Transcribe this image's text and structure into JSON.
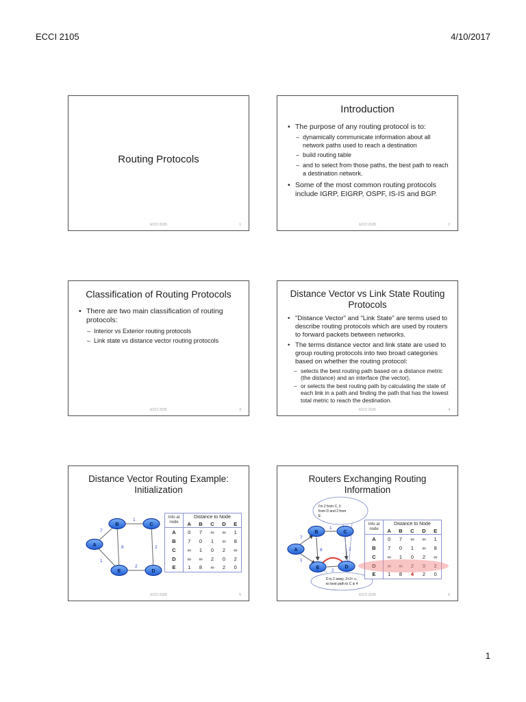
{
  "page": {
    "header_left": "ECCI 2105",
    "header_right": "4/10/2017",
    "page_number": "1"
  },
  "slides": {
    "s1": {
      "title": "Routing Protocols",
      "footer": "ECCI 2105",
      "num": "1"
    },
    "s2": {
      "title": "Introduction",
      "b1": "The purpose of any routing protocol is to:",
      "b1_sub": [
        "dynamically communicate information about all network paths used to reach a destination",
        "build routing table",
        "and to select from those paths, the best path to reach a destination network."
      ],
      "b2": "Some of the most common routing protocols include IGRP, EIGRP, OSPF, IS-IS and BGP.",
      "footer": "ECCI 2105",
      "num": "2"
    },
    "s3": {
      "title": "Classification of Routing Protocols",
      "b1": "There are two main classification of routing protocols:",
      "b1_sub": [
        "Interior vs Exterior routing protocols",
        "Link state vs distance vector routing protocols"
      ],
      "footer": "ECCI 2105",
      "num": "3"
    },
    "s4": {
      "title_l1": "Distance Vector vs Link State Routing",
      "title_l2": "Protocols",
      "b1": "\"Distance Vector\" and \"Link State\" are terms used to describe routing protocols which are used by routers to forward packets between networks.",
      "b2": "The terms distance vector and link state are used to group routing protocols into two broad categories based on whether the routing protocol:",
      "b2_sub": [
        "selects the best routing path based on a distance metric (the distance) and an interface (the vector),",
        "or selects the best routing path by calculating the state of each link in a path and finding the path that has the lowest total metric to reach the destination."
      ],
      "footer": "ECCI 2105",
      "num": "4"
    },
    "s5": {
      "title_l1": "Distance Vector Routing Example:",
      "title_l2": "Initialization",
      "diagram": {
        "nodes": {
          "a": "A",
          "b": "B",
          "c": "C",
          "d": "D",
          "e": "E"
        },
        "costs": {
          "ab": "7",
          "bc": "1",
          "be": "8",
          "ae": "1",
          "ed": "2",
          "cd": "2"
        }
      },
      "table": {
        "corner": "Info at node",
        "span": "Distance to Node",
        "cols": [
          "A",
          "B",
          "C",
          "D",
          "E"
        ],
        "rows": [
          {
            "n": "A",
            "v": [
              "0",
              "7",
              "∞",
              "∞",
              "1"
            ]
          },
          {
            "n": "B",
            "v": [
              "7",
              "0",
              "1",
              "∞",
              "8"
            ]
          },
          {
            "n": "C",
            "v": [
              "∞",
              "1",
              "0",
              "2",
              "∞"
            ]
          },
          {
            "n": "D",
            "v": [
              "∞",
              "∞",
              "2",
              "0",
              "2"
            ]
          },
          {
            "n": "E",
            "v": [
              "1",
              "8",
              "∞",
              "2",
              "0"
            ]
          }
        ]
      },
      "footer": "ECCI 2105",
      "num": "5"
    },
    "s6": {
      "title_l1": "Routers Exchanging Routing",
      "title_l2": "Information",
      "diagram": {
        "nodes": {
          "a": "A",
          "b": "B",
          "c": "C",
          "d": "D",
          "e": "E"
        },
        "costs": {
          "ab": "7",
          "bc": "1",
          "be": "8",
          "ae": "1",
          "ed": "2",
          "cd": "2"
        }
      },
      "callout_top_lines": [
        "I'm 2 from C, 0",
        "from D and 2 from",
        "E"
      ],
      "callout_bottom_lines": [
        "D is 2 away, 2+2< ∞,",
        "so best path to C is 4"
      ],
      "table": {
        "corner": "Info at node",
        "span": "Distance to Node",
        "cols": [
          "A",
          "B",
          "C",
          "D",
          "E"
        ],
        "rows": [
          {
            "n": "A",
            "v": [
              "0",
              "7",
              "∞",
              "∞",
              "1"
            ]
          },
          {
            "n": "B",
            "v": [
              "7",
              "0",
              "1",
              "∞",
              "8"
            ]
          },
          {
            "n": "C",
            "v": [
              "∞",
              "1",
              "0",
              "2",
              "∞"
            ]
          },
          {
            "n": "D",
            "v": [
              "∞",
              "∞",
              "2",
              "0",
              "2"
            ]
          },
          {
            "n": "E",
            "v": [
              "1",
              "8",
              "4",
              "2",
              "0"
            ]
          }
        ]
      },
      "footer": "ECCI 2105",
      "num": "6"
    }
  }
}
